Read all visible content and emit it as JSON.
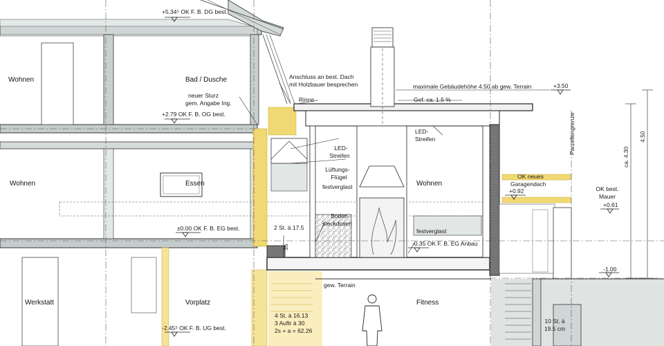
{
  "rooms": {
    "wohnen_dg": "Wohnen",
    "bad_dusche": "Bad / Dusche",
    "wohnen_og": "Wohnen",
    "essen": "Essen",
    "wohnen_anbau": "Wohnen",
    "werkstatt": "Werkstatt",
    "vorplatz": "Vorplatz",
    "fitness": "Fitness"
  },
  "levels": {
    "dg": "+5.34⁵ OK F. B. DG best.",
    "og": "+2.79 OK F. B. OG best.",
    "eg": "±0.00 OK F. B. EG best.",
    "ug": "-2.45⁵ OK F. B. UG best.",
    "eg_anbau": "-0.35 OK F. B. EG Anbau",
    "max_height": "+3.50",
    "garagendach": "+0.92",
    "mauer": "+0.61",
    "terrain_low": "-1.00"
  },
  "annotations": {
    "anschluss_1": "Anschluss an best. Dach",
    "anschluss_2": "mit Holzbauer besprechen",
    "max_hoehe": "maximale Gebäudehöhe 4.50 ab gew. Terrain",
    "gefaelle": "Gef. ca. 1.5 %",
    "rinne": "Rinne",
    "sturz_1": "neuer Sturz",
    "sturz_2": "gem. Angabe Ing.",
    "led_left_1": "LED-",
    "led_left_2": "Streifen",
    "lueftung_1": "Lüftungs-",
    "lueftung_2": "Flügel",
    "festverglast_1": "festverglast",
    "led_right_1": "LED-",
    "led_right_2": "Streifen",
    "boden_1": "Boden-",
    "boden_2": "steckdosen",
    "festverglast_2": "festverglast",
    "garagendach_1": "OK neues",
    "garagendach_2": "Garagendach",
    "mauer_1": "OK best.",
    "mauer_2": "Mauer",
    "parzellengrenze": "Parzellengrenze",
    "gew_terrain": "gew. Terrain",
    "stufen_2": "2 St. à 17.5",
    "dim_35": "35",
    "stair_1": "4 St. à 16.13",
    "stair_2": "3 Auftr à 30",
    "stair_3": "2s + a = 62.26",
    "stufen_10_1": "10 St. à",
    "stufen_10_2": "19.5 cm",
    "dim_450": "4.50",
    "dim_430": "ca. 4.30"
  },
  "colors": {
    "line": "#222222",
    "existing": "#b9c3c2",
    "new_yellow": "#f3d96c",
    "fill_light": "#e6ebea",
    "insulation": "#5c5c5c",
    "ground": "#dfe4e3"
  }
}
